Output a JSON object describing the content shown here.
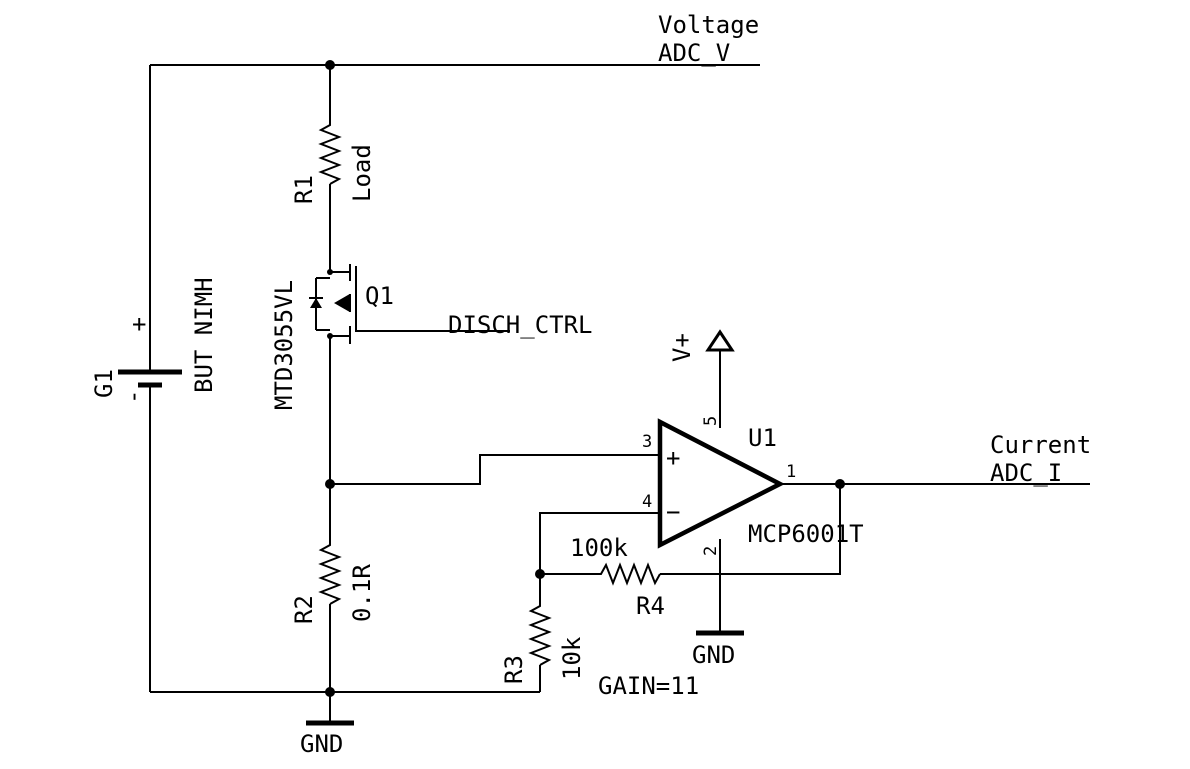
{
  "labels": {
    "voltage_net": "Voltage",
    "adc_v": "ADC_V",
    "current_net": "Current",
    "adc_i": "ADC_I",
    "disch_ctrl": "DISCH_CTRL",
    "vplus": "V+",
    "gnd_opamp": "GND",
    "gnd_main": "GND",
    "gain": "GAIN=11"
  },
  "components": {
    "r1": {
      "ref": "R1",
      "value": "Load"
    },
    "r2": {
      "ref": "R2",
      "value": "0.1R"
    },
    "r3": {
      "ref": "R3",
      "value": "10k"
    },
    "r4": {
      "ref": "R4",
      "value": "100k"
    },
    "q1": {
      "ref": "Q1",
      "part": "MTD3055VL"
    },
    "g1": {
      "ref": "G1",
      "value": "BUT NIMH",
      "plus": "+",
      "minus": "-"
    },
    "u1": {
      "ref": "U1",
      "part": "MCP6001T",
      "pins": {
        "p1": "1",
        "p2": "2",
        "p3": "3",
        "p4": "4",
        "p5": "5"
      },
      "in_plus": "+",
      "in_minus": "−"
    }
  }
}
